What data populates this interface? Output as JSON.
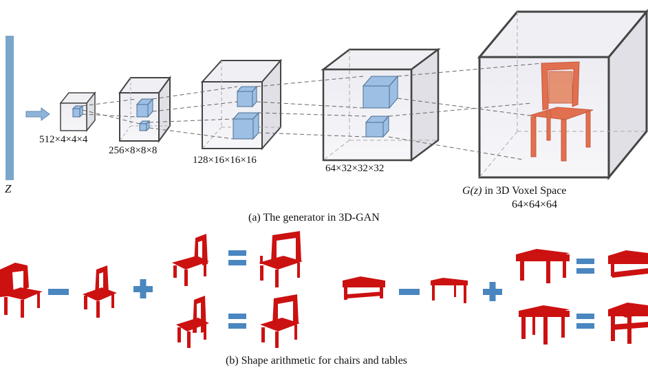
{
  "generator": {
    "input_label": "Z",
    "layers": [
      {
        "label": "512×4×4×4"
      },
      {
        "label": "256×8×8×8"
      },
      {
        "label": "128×16×16×16"
      },
      {
        "label": "64×32×32×32"
      }
    ],
    "output_label_line1_prefix": "G",
    "output_label_line1_arg": "(z)",
    "output_label_line1_rest": " in 3D Voxel Space",
    "output_label_line2": "64×64×64",
    "caption": "(a)  The generator in 3D-GAN"
  },
  "arithmetic": {
    "caption": "(b)  Shape arithmetic for chairs and tables",
    "chairs": {
      "operators": [
        "−",
        "+",
        "=",
        "="
      ]
    },
    "tables": {
      "operators": [
        "−",
        "+",
        "=",
        "="
      ]
    }
  },
  "colors": {
    "latent_bar": "#7aa6cc",
    "small_cube": "#9dbfe3",
    "cube_edge": "#555555",
    "chair_orange": "#e07050",
    "shape_red": "#cc1111",
    "operator_blue": "#4a86c0"
  }
}
